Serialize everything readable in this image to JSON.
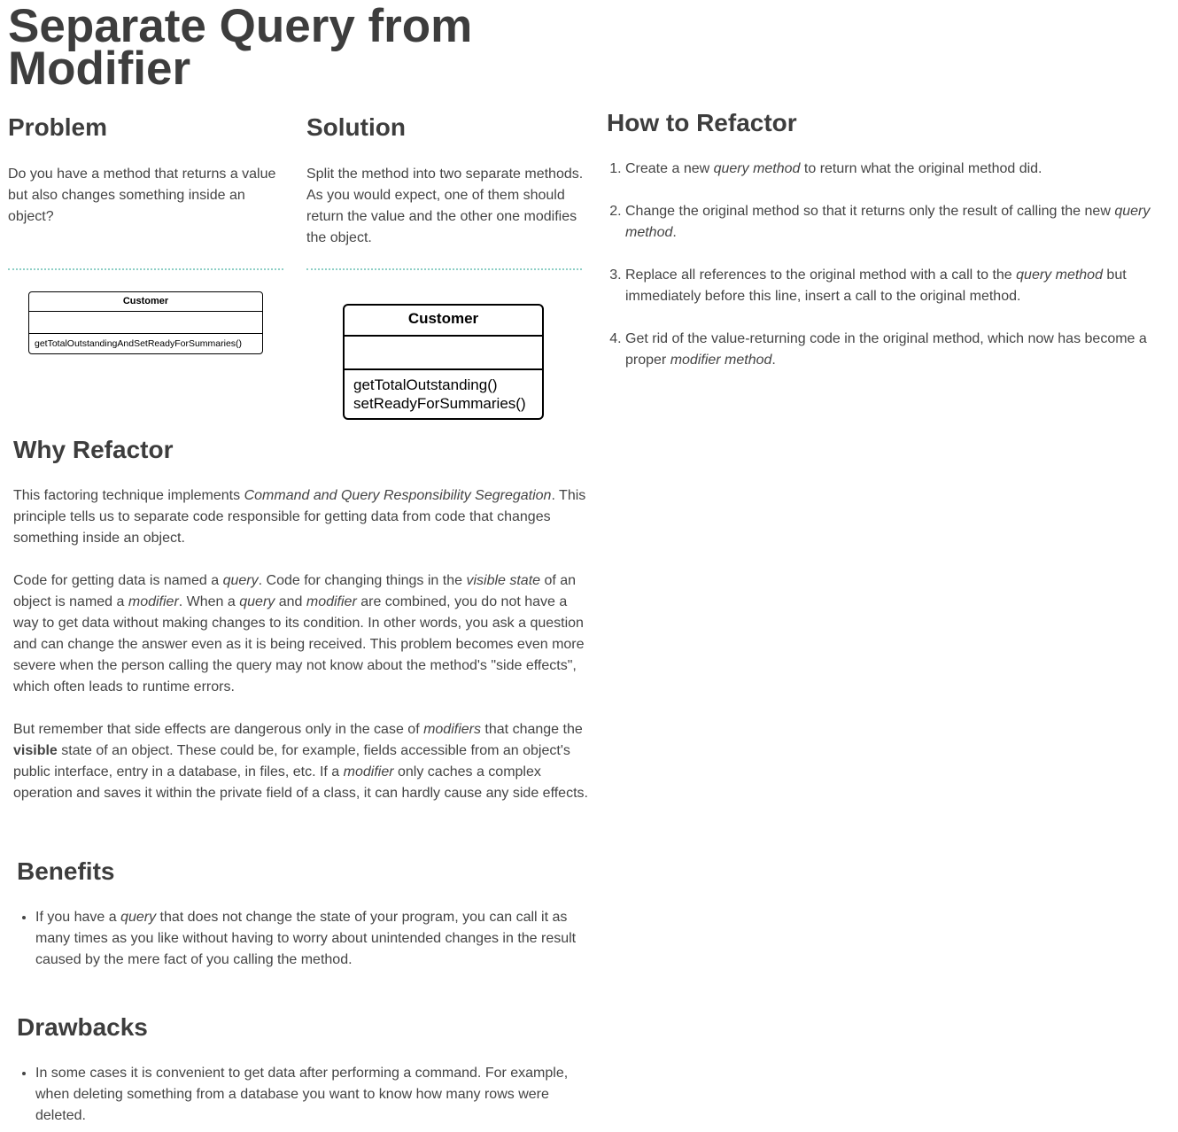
{
  "page": {
    "title": "Separate Query from Modifier"
  },
  "problem": {
    "heading": "Problem",
    "text": "Do you have a method that returns a value but also changes something inside an object?",
    "diagram": {
      "class_name": "Customer",
      "methods": [
        "getTotalOutstandingAndSetReadyForSummaries()"
      ]
    }
  },
  "solution": {
    "heading": "Solution",
    "text": "Split the method into two separate methods. As you would expect, one of them should return the value and the other one modifies the object.",
    "diagram": {
      "class_name": "Customer",
      "methods": [
        "getTotalOutstanding()",
        "setReadyForSummaries()"
      ]
    }
  },
  "how_to": {
    "heading": "How to Refactor",
    "steps": [
      {
        "a": "Create a new ",
        "em": "query method",
        "b": " to return what the original method did.",
        "em2": "",
        "c": ""
      },
      {
        "a": "Change the original method so that it returns only the result of calling the new ",
        "em": "query method",
        "b": ".",
        "em2": "",
        "c": ""
      },
      {
        "a": "Replace all references to the original method with a call to the ",
        "em": "query method",
        "b": " but immediately before this line, insert a call to the original method.",
        "em2": "",
        "c": ""
      },
      {
        "a": "Get rid of the value-returning code in the original method, which now has become a proper ",
        "em": "modifier method",
        "b": ".",
        "em2": "",
        "c": ""
      }
    ]
  },
  "why": {
    "heading": "Why Refactor",
    "p1": {
      "a": "This factoring technique implements ",
      "em": "Command and Query Responsibility Segregation",
      "b": ". This principle tells us to separate code responsible for getting data from code that changes something inside an object."
    },
    "p2": {
      "a": "Code for getting data is named a ",
      "em1": "query",
      "b": ". Code for changing things in the ",
      "em2": "visible state",
      "c": " of an object is named a ",
      "em3": "modifier",
      "d": ". When a ",
      "em4": "query",
      "e": " and ",
      "em5": "modifier",
      "f": " are combined, you do not have a way to get data without making changes to its condition. In other words, you ask a question and can change the answer even as it is being received. This problem becomes even more severe when the person calling the query may not know about the method's \"side effects\", which often leads to runtime errors."
    },
    "p3": {
      "a": "But remember that side effects are dangerous only in the case of ",
      "em1": "modifiers",
      "b": " that change the ",
      "strong": "visible",
      "c": " state of an object. These could be, for example, fields accessible from an object's public interface, entry in a database, in files, etc. If a ",
      "em2": "modifier",
      "d": " only caches a complex operation and saves it within the private field of a class, it can hardly cause any side effects."
    }
  },
  "benefits": {
    "heading": "Benefits",
    "item": {
      "a": "If you have a ",
      "em": "query",
      "b": " that does not change the state of your program, you can call it as many times as you like without having to worry about unintended changes in the result caused by the mere fact of you calling the method."
    }
  },
  "drawbacks": {
    "heading": "Drawbacks",
    "item": "In some cases it is convenient to get data after performing a command. For example, when deleting something from a database you want to know how many rows were deleted."
  }
}
